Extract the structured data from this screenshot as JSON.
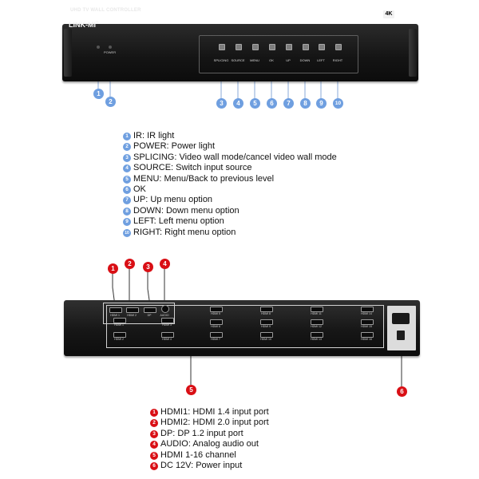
{
  "front_panel": {
    "title": "UHD TV WALL CONTROLLER",
    "brand": "LINK-MI",
    "brand_mark": "®",
    "power_label": "POWER",
    "badge_4k": "4K",
    "buttons": [
      {
        "label": "SPLICING"
      },
      {
        "label": "SOURCE"
      },
      {
        "label": "MENU"
      },
      {
        "label": "OK"
      },
      {
        "label": "UP"
      },
      {
        "label": "DOWN"
      },
      {
        "label": "LEFT"
      },
      {
        "label": "RIGHT"
      }
    ],
    "markers": [
      "1",
      "2",
      "3",
      "4",
      "5",
      "6",
      "7",
      "8",
      "9",
      "10"
    ]
  },
  "front_legend": [
    {
      "num": "1",
      "text": "IR: IR light"
    },
    {
      "num": "2",
      "text": "POWER: Power light"
    },
    {
      "num": "3",
      "text": "SPLICING: Video wall mode/cancel video wall mode"
    },
    {
      "num": "4",
      "text": "SOURCE: Switch input source"
    },
    {
      "num": "5",
      "text": "MENU: Menu/Back to previous level"
    },
    {
      "num": "6",
      "text": "OK"
    },
    {
      "num": "7",
      "text": "UP: Up menu option"
    },
    {
      "num": "8",
      "text": "DOWN: Down menu option"
    },
    {
      "num": "9",
      "text": "LEFT: Left menu option"
    },
    {
      "num": "10",
      "text": "RIGHT: Right menu option"
    }
  ],
  "back_panel": {
    "input_ports": [
      "HDMI 1",
      "HDMI 2",
      "DP"
    ],
    "audio_label": "AUDIO",
    "output_ports": [
      "HDMI 1",
      "HDMI 2",
      "HDMI 3",
      "HDMI 4",
      "HDMI 5",
      "HDMI 6",
      "HDMI 7",
      "HDMI 8",
      "HDMI 9",
      "HDMI 10",
      "HDMI 11",
      "HDMI 12",
      "HDMI 13",
      "HDMI 14",
      "HDMI 15",
      "HDMI 16"
    ],
    "markers": [
      "1",
      "2",
      "3",
      "4",
      "5",
      "6"
    ]
  },
  "back_legend": [
    {
      "num": "1",
      "text": "HDMI1: HDMI 1.4 input port"
    },
    {
      "num": "2",
      "text": "HDMI2: HDMI 2.0 input port"
    },
    {
      "num": "3",
      "text": "DP: DP 1.2 input port"
    },
    {
      "num": "4",
      "text": "AUDIO: Analog audio out"
    },
    {
      "num": "5",
      "text": "HDMI 1-16 channel"
    },
    {
      "num": "6",
      "text": "DC 12V: Power input"
    }
  ],
  "colors": {
    "front_marker": "#6f9fe0",
    "back_marker": "#d90f15",
    "device_body": "#1a1a1a"
  }
}
